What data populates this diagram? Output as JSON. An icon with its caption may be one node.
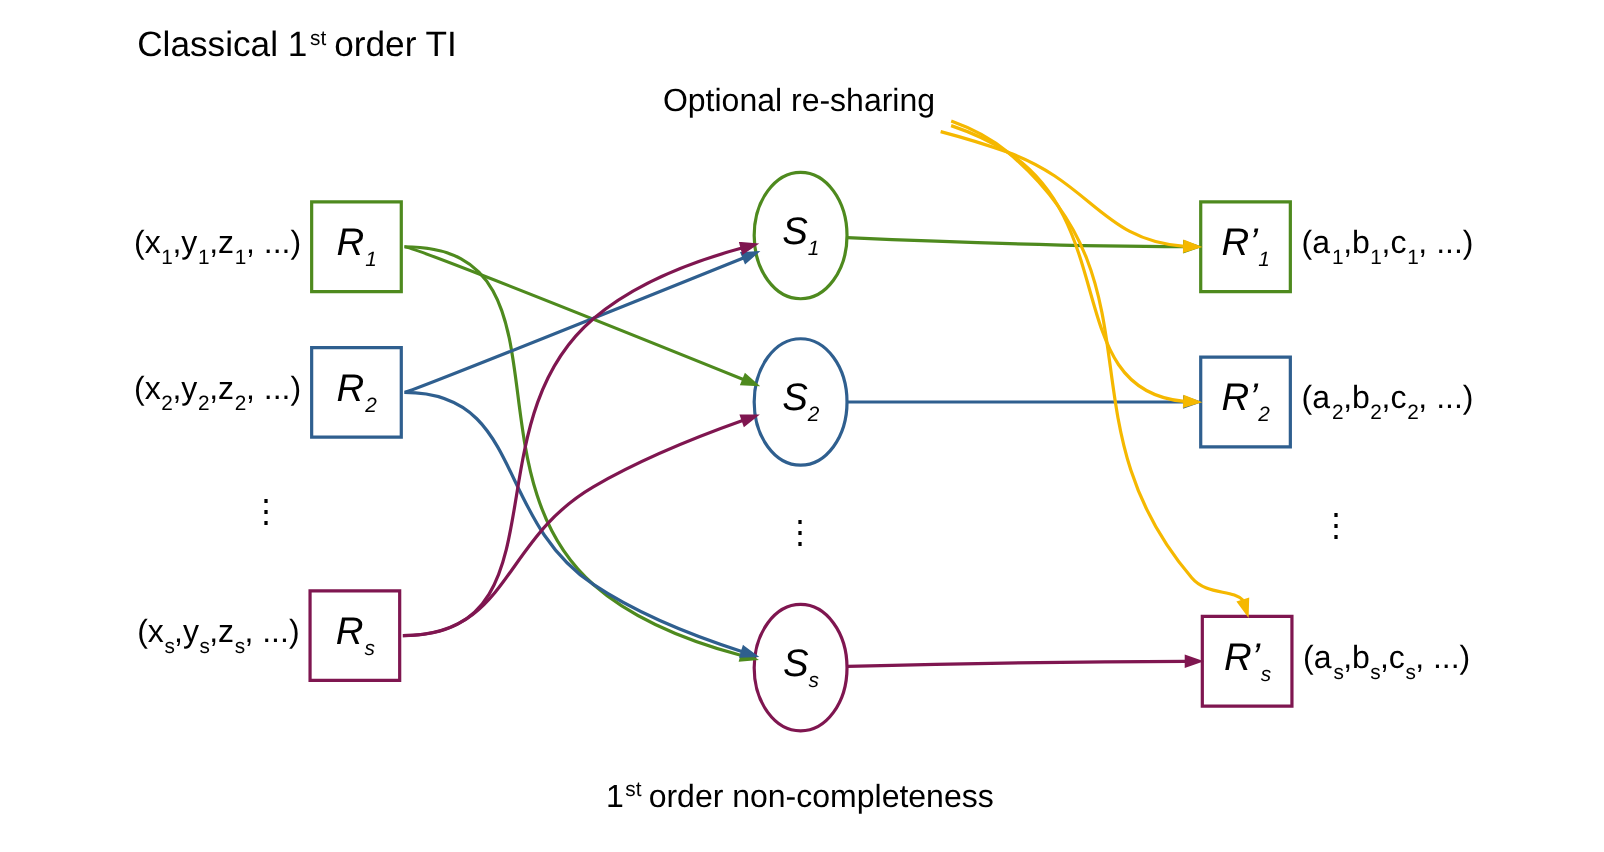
{
  "diagram": {
    "title": "Classical 1$^{st}$ order TI",
    "nodes": [
      {
        "text": [
          "R$_{1}$"
        ],
        "beside": [
          "(x$_{1}$,y$_{1}$,z$_{1}$, ...)"
        ]
      },
      {
        "text": [
          "R$_{2}$"
        ],
        "beside": [
          "(x$_{2}$,y$_{2}$,z$_{2}$, ...)"
        ]
      },
      {
        "text": [
          "R$_{s}$"
        ],
        "beside": [
          "(x$_{s}$,y$_{s}$,z$_{s}$, ...)"
        ]
      },
      {
        "text": [
          "S$_{1}$"
        ]
      },
      {
        "text": [
          "S$_{2}$"
        ]
      },
      {
        "text": [
          "S$_{s}$"
        ]
      },
      {
        "text": [
          "R’$_{1}$"
        ],
        "beside": [
          "(a$_{1}$,b$_{1}$,c$_{1}$, ...)"
        ]
      },
      {
        "text": [
          "R’$_{2}$"
        ],
        "beside": [
          "(a$_{2}$,b$_{2}$,c$_{2}$, ...)"
        ]
      },
      {
        "text": [
          "R’$_{s}$"
        ],
        "beside": [
          "(a$_{s}$,b$_{s}$,c$_{s}$, ...)"
        ]
      },
      {
        "text": [
          "Optional re-sharing"
        ]
      }
    ],
    "edges": [
      {
        "from": 0,
        "to": 4,
        "arrow": "to",
        "color": "#4e8a1e"
      },
      {
        "from": 0,
        "to": 5,
        "arrow": "to",
        "color": "#4e8a1e"
      },
      {
        "from": 1,
        "to": 3,
        "arrow": "to",
        "color": "#2f5f8f"
      },
      {
        "from": 1,
        "to": 5,
        "arrow": "to",
        "color": "#2f5f8f"
      },
      {
        "from": 2,
        "to": 3,
        "arrow": "to",
        "color": "#7f1650"
      },
      {
        "from": 2,
        "to": 4,
        "arrow": "to",
        "color": "#7f1650"
      },
      {
        "from": 3,
        "to": 6,
        "arrow": "to",
        "color": "#4e8a1e"
      },
      {
        "from": 4,
        "to": 7,
        "arrow": "to",
        "color": "#2f5f8f"
      },
      {
        "from": 5,
        "to": 8,
        "arrow": "to",
        "color": "#7f1650"
      },
      {
        "from": 9,
        "to": 6,
        "arrow": "to",
        "color": "#f5b800"
      },
      {
        "from": 9,
        "to": 7,
        "arrow": "to",
        "color": "#f5b800"
      },
      {
        "from": 9,
        "to": 8,
        "arrow": "to",
        "color": "#f5b800"
      }
    ],
    "labels": [
      "⋮",
      "⋮",
      "⋮",
      "1$^{st}$ order non-completeness"
    ]
  }
}
